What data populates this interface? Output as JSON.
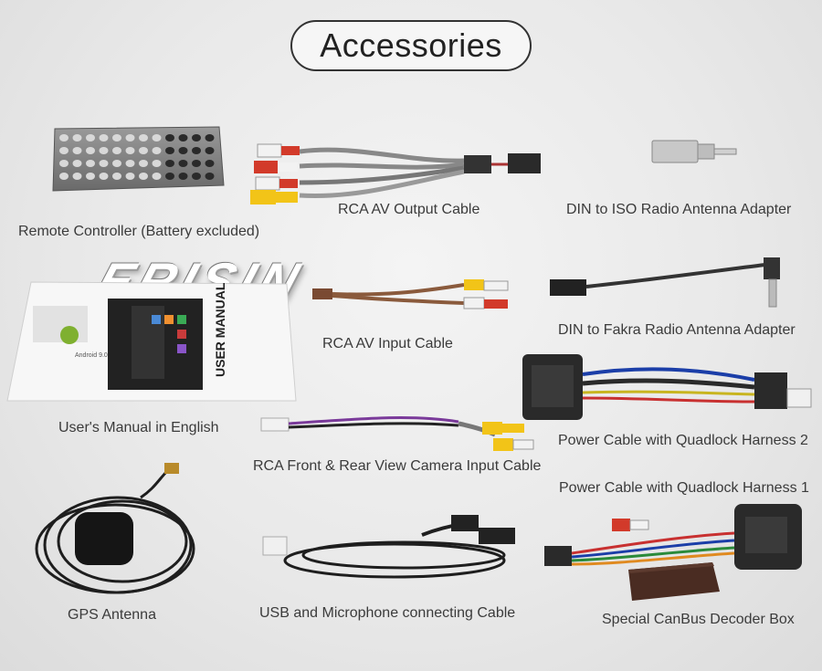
{
  "header": {
    "title": "Accessories"
  },
  "brand": {
    "logo_text": "ERISIN"
  },
  "manual": {
    "cover_text": "USER MANUAL",
    "os_label": "Android 9.0"
  },
  "items": {
    "remote": "Remote Controller (Battery excluded)",
    "rca_out": "RCA AV Output Cable",
    "din_iso": "DIN to ISO Radio Antenna Adapter",
    "rca_in": "RCA AV Input Cable",
    "din_fakra": "DIN to Fakra Radio Antenna Adapter",
    "manual": "User's Manual in English",
    "power2": "Power Cable with Quadlock Harness 2",
    "camera": "RCA Front & Rear View Camera Input Cable",
    "power1": "Power Cable with Quadlock Harness 1",
    "gps": "GPS Antenna",
    "usb": "USB and Microphone connecting Cable",
    "canbus": "Special CanBus Decoder Box"
  },
  "colors": {
    "rca_yellow": "#f2c418",
    "rca_red": "#d23a2a",
    "rca_white": "#f2f2f2",
    "cable_gray": "#8a8a8a",
    "connector_dark": "#2a2a2a",
    "canbus_box": "#4a2c22"
  }
}
